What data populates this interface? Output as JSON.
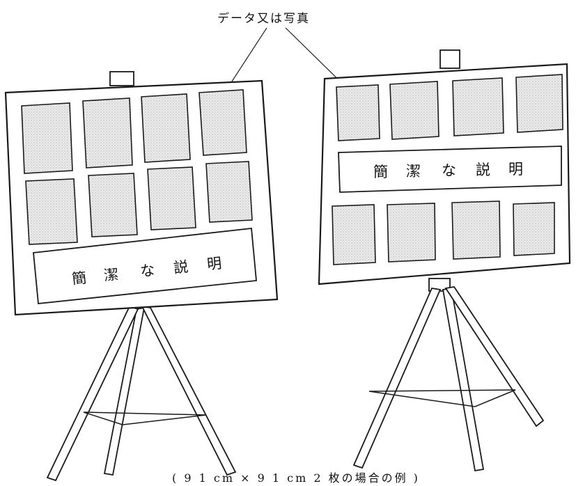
{
  "callout_label": "データ又は写真",
  "left_board": {
    "description": [
      "簡",
      "潔",
      "な",
      "説",
      "明"
    ]
  },
  "right_board": {
    "description": [
      "簡",
      "潔",
      "な",
      "説",
      "明"
    ]
  },
  "caption": "( 9 1 cm × 9 1 cm 2 枚の場合の例 )"
}
